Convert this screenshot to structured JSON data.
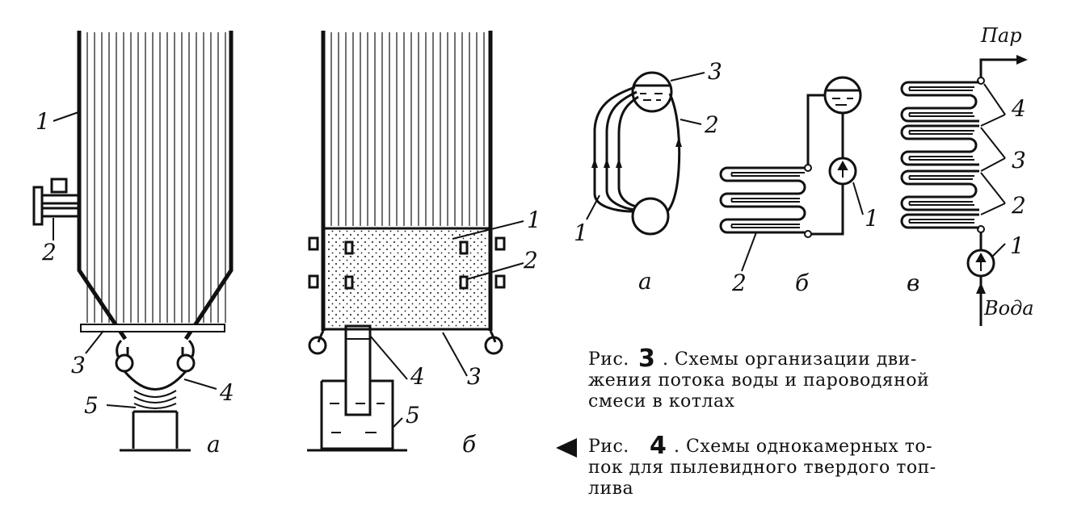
{
  "figure4": {
    "a": {
      "parts": [
        "1",
        "2",
        "3",
        "4",
        "5"
      ],
      "subfig_label": "а"
    },
    "b": {
      "parts": [
        "1",
        "2",
        "3",
        "4",
        "5"
      ],
      "subfig_label": "б"
    }
  },
  "figure3": {
    "a": {
      "parts": [
        "1",
        "2",
        "3"
      ],
      "subfig_label": "а"
    },
    "b": {
      "parts": [
        "1",
        "2"
      ],
      "subfig_label": "б"
    },
    "c": {
      "parts": [
        "1",
        "2",
        "3",
        "4"
      ],
      "subfig_label": "в",
      "steam_label": "Пар",
      "water_label": "Вода"
    }
  },
  "captions": {
    "fig3": {
      "prefix": "Рис.",
      "number": "3",
      "line1": ". Схемы организации дви-",
      "line2": "жения потока воды и пароводяной",
      "line3": "смеси в котлах"
    },
    "fig4": {
      "prefix": "Рис.",
      "number": "4",
      "line1": ". Схемы однокамерных то-",
      "line2": "пок для пылевидного твердого топ-",
      "line3": "лива"
    }
  }
}
